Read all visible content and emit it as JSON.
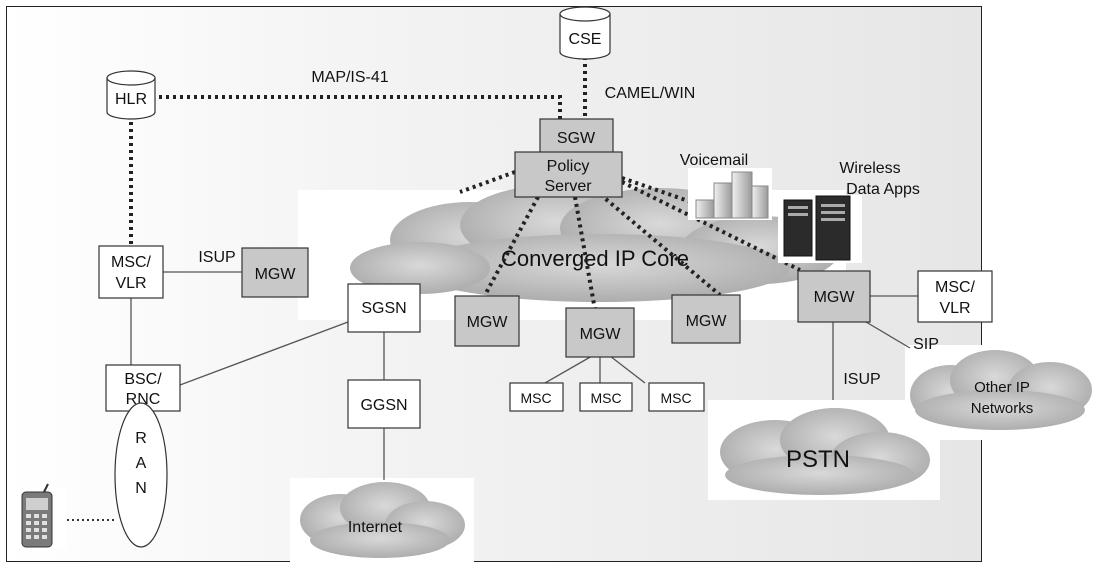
{
  "nodes": {
    "cse": "CSE",
    "hlr": "HLR",
    "sgw": "SGW",
    "policy_server_line1": "Policy",
    "policy_server_line2": "Server",
    "msc_vlr_left_line1": "MSC/",
    "msc_vlr_left_line2": "VLR",
    "mgw_left": "MGW",
    "sgsn": "SGSN",
    "ggsn": "GGSN",
    "bsc_rnc_line1": "BSC/",
    "bsc_rnc_line2": "RNC",
    "ran_r": "R",
    "ran_a": "A",
    "ran_n": "N",
    "mgw_core_1": "MGW",
    "mgw_core_2": "MGW",
    "mgw_core_3": "MGW",
    "mgw_right": "MGW",
    "msc_1": "MSC",
    "msc_2": "MSC",
    "msc_3": "MSC",
    "msc_vlr_right_line1": "MSC/",
    "msc_vlr_right_line2": "VLR"
  },
  "clouds": {
    "core": "Converged IP Core",
    "internet": "Internet",
    "pstn": "PSTN",
    "other_ip_line1": "Other IP",
    "other_ip_line2": "Networks"
  },
  "edge_labels": {
    "map_is41": "MAP/IS-41",
    "camel_win": "CAMEL/WIN",
    "isup_left": "ISUP",
    "isup_right": "ISUP",
    "sip": "SIP"
  },
  "apps": {
    "voicemail": "Voicemail",
    "wireless_line1": "Wireless",
    "wireless_line2": "Data Apps"
  },
  "colors": {
    "gray_box": "#c8c8c8",
    "cloud": "#c7c7c7",
    "line": "#333333"
  }
}
